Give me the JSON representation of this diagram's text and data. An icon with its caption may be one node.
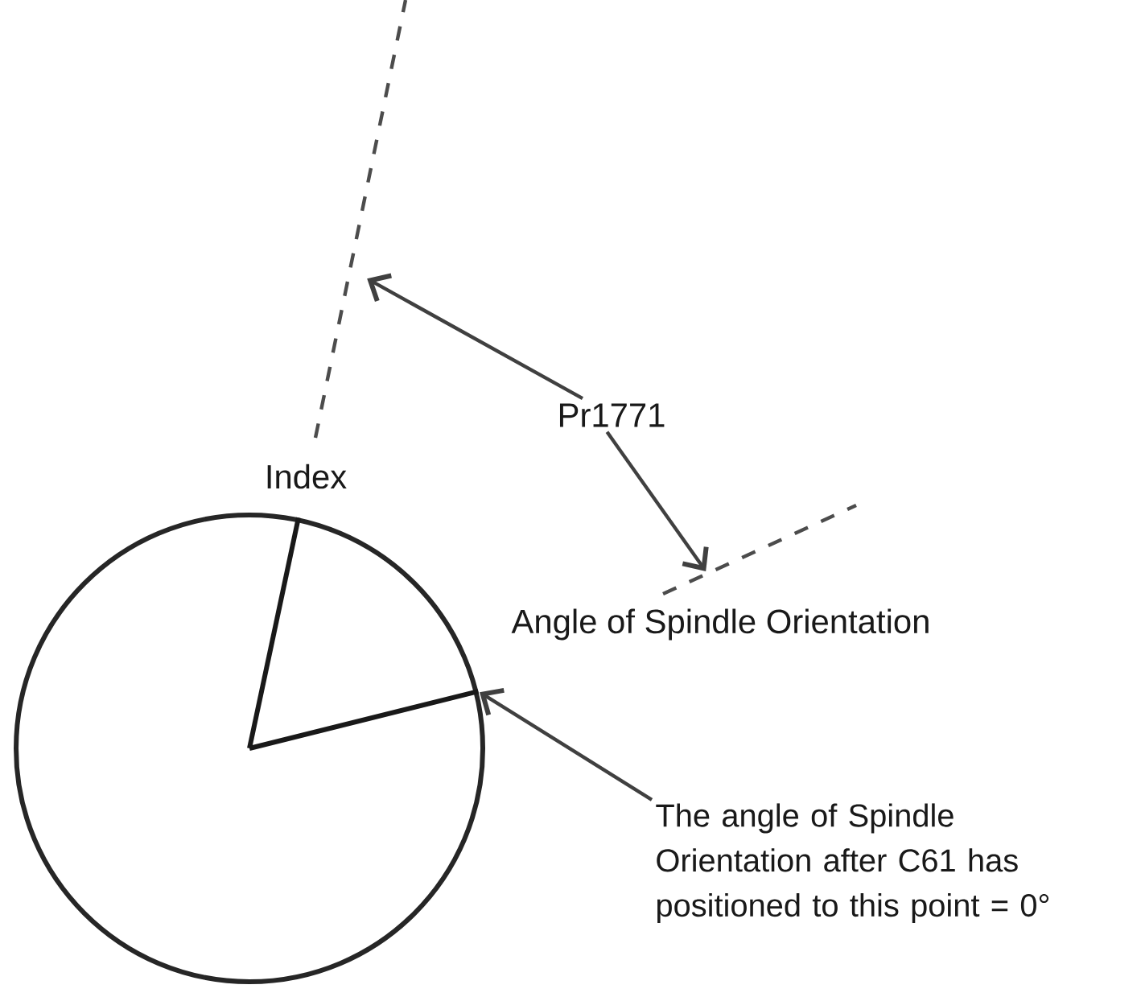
{
  "diagram": {
    "nodes": [
      {
        "text": [
          "Pr1771"
        ]
      },
      {
        "text": [],
        "shape": "line"
      },
      {
        "text": [],
        "shape": "line"
      },
      {
        "text": [
          "Index"
        ]
      },
      {
        "text": [
          "Angle of Spindle Orientation"
        ]
      },
      {
        "text": [
          "The angle of Spindle Orientation after C61 has positioned to this point = 0°"
        ]
      },
      {
        "text": [],
        "shape": "circle"
      }
    ],
    "edges": [
      {
        "from": 0,
        "to": 1,
        "arrow": "to"
      },
      {
        "from": 0,
        "to": 2,
        "arrow": "to"
      },
      {
        "from": 5,
        "to": 6,
        "arrow": "to"
      }
    ]
  }
}
